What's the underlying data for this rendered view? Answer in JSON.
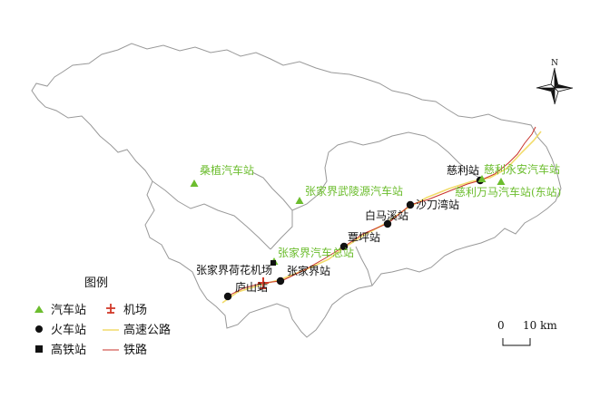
{
  "colors": {
    "bus": "#6cbd2e",
    "rail": "#c8322a",
    "highway": "#f2dc6b",
    "airport": "#d23a2a",
    "boundary": "#999999",
    "station": "#111111"
  },
  "icons": {
    "bus_station": "triangle",
    "train_station": "circle",
    "hsr_station": "square",
    "airport": "plane-cross",
    "north_arrow": "compass-star"
  },
  "north": {
    "label": "N"
  },
  "bus_stations": [
    {
      "label": "桑植汽车站"
    },
    {
      "label": "张家界武陵源汽车站"
    },
    {
      "label": "张家界汽车总站"
    },
    {
      "label": "慈利永安汽车站"
    },
    {
      "label": "慈利万马汽车站(东站)"
    }
  ],
  "train_stations": [
    {
      "label": "庐山站"
    },
    {
      "label": "张家界站"
    },
    {
      "label": "覃坪站"
    },
    {
      "label": "白马溪站"
    },
    {
      "label": "沙刀湾站"
    },
    {
      "label": "慈利站"
    }
  ],
  "airport": {
    "label": "张家界荷花机场"
  },
  "legend": {
    "title": "图例",
    "items": {
      "bus": "汽车站",
      "airport": "机场",
      "train": "火车站",
      "highway": "高速公路",
      "hsr": "高铁站",
      "railway": "铁路"
    }
  },
  "scale": {
    "zero": "0",
    "distance": "10 km"
  }
}
